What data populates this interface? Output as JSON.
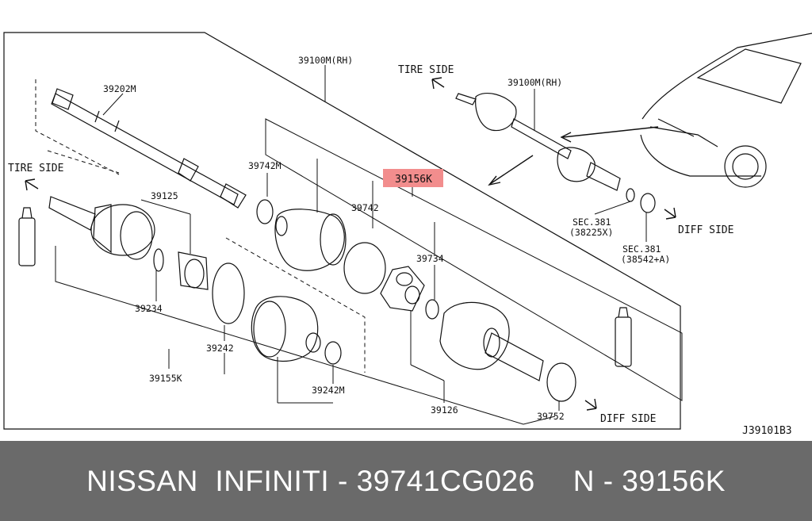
{
  "labels": {
    "shaft_rh_top": "39100M(RH)",
    "shaft_rh_car": "39100M(RH)",
    "shaft": "39202M",
    "boot_band_1": "39742M",
    "highlight_part": "39156K",
    "boot_band_2": "39742",
    "snap_ring_1": "39125",
    "snap_ring_2": "39734",
    "circlip": "39234",
    "band_3": "39242",
    "joint_kit": "39155K",
    "band_4": "39242M",
    "housing": "39126",
    "seal": "39752",
    "tire_side_left": "TIRE SIDE",
    "tire_side_top": "TIRE SIDE",
    "diff_side_top": "DIFF SIDE",
    "diff_side_bottom": "DIFF SIDE",
    "sec_381_a": "SEC.381",
    "sec_381_a_ref": "(38225X)",
    "sec_381_b": "SEC.381",
    "sec_381_b_ref": "(38542+A)",
    "diagram_code": "J39101B3"
  },
  "footer": {
    "brand": "NISSAN  INFINITI - 39741CG026",
    "ref": "N - 39156K"
  },
  "colors": {
    "highlight": "#f28d8d",
    "footer_bg": "#6a6a6a",
    "line": "#111111"
  }
}
